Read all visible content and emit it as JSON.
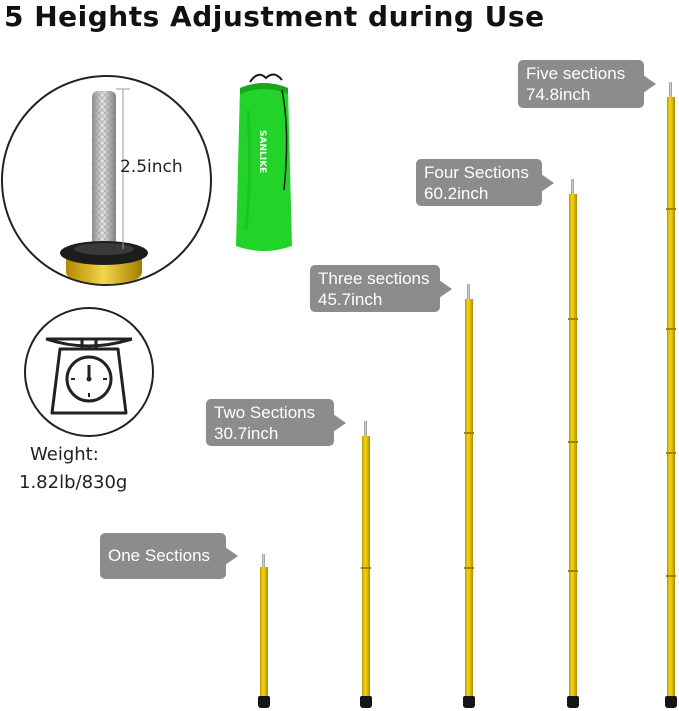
{
  "title": "5 Heights Adjustment during Use",
  "detail": {
    "spike_length": "2.5inch"
  },
  "bag": {
    "brand": "SANLIKE",
    "color": "#22d42a"
  },
  "weight": {
    "label": "Weight:",
    "value": "1.82lb/830g"
  },
  "callouts": [
    {
      "line1": "One Sections",
      "line2": ""
    },
    {
      "line1": "Two Sections",
      "line2": "30.7inch"
    },
    {
      "line1": "Three sections",
      "line2": "45.7inch"
    },
    {
      "line1": "Four Sections",
      "line2": "60.2inch"
    },
    {
      "line1": "Five sections",
      "line2": "74.8inch"
    }
  ],
  "colors": {
    "pole": "#e7c400",
    "callout_bg": "#8c8c8c",
    "callout_text": "#ffffff"
  }
}
